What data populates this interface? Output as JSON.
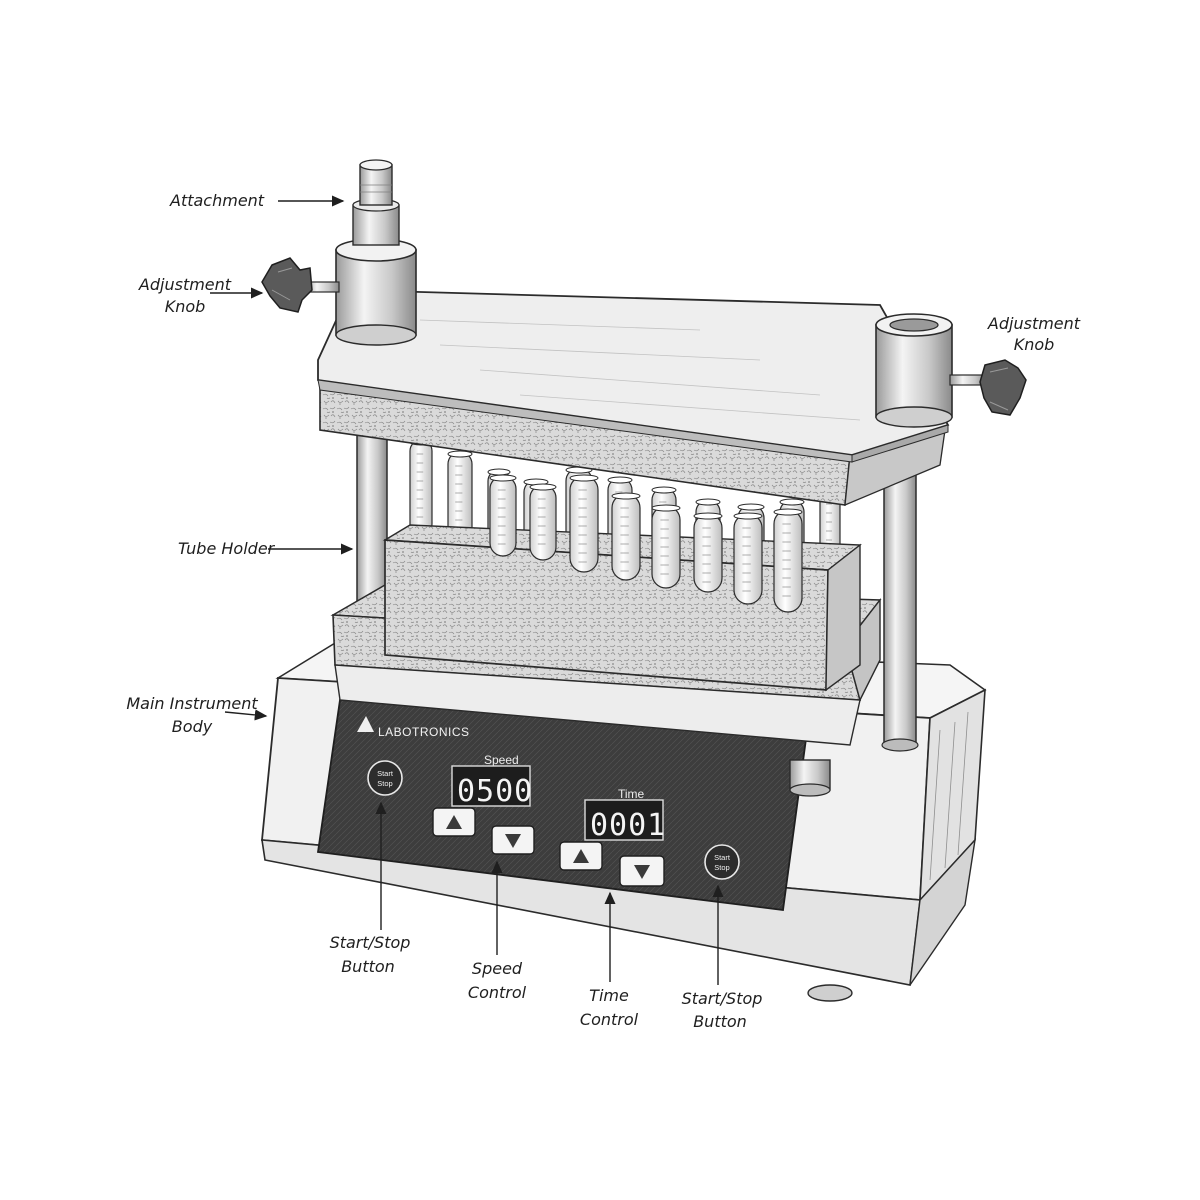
{
  "device": {
    "brand": "LABOTRONICS",
    "speed_label": "Speed",
    "speed_value": "0500",
    "time_label": "Time",
    "time_value": "0001",
    "start_stop_left": [
      "Start",
      "Stop"
    ],
    "start_stop_right": [
      "Start",
      "Stop"
    ]
  },
  "callouts": {
    "attachment": [
      "Attachment"
    ],
    "adjustment_knob_left": [
      "Adjustment",
      "Knob"
    ],
    "adjustment_knob_right": [
      "Adjustment",
      "Knob"
    ],
    "tube_holder": [
      "Tube Holder"
    ],
    "main_body": [
      "Main Instrument",
      "Body"
    ],
    "start_stop_left": [
      "Start/Stop",
      "Button"
    ],
    "speed_control": [
      "Speed",
      "Control"
    ],
    "time_control": [
      "Time",
      "Control"
    ],
    "start_stop_right": [
      "Start/Stop",
      "Button"
    ]
  },
  "colors": {
    "ink": "#2b2b2b",
    "panel": "#3a3a3a",
    "foam": "#d9d9d9",
    "metal": "#e6e6e6",
    "body": "#f3f3f3"
  }
}
